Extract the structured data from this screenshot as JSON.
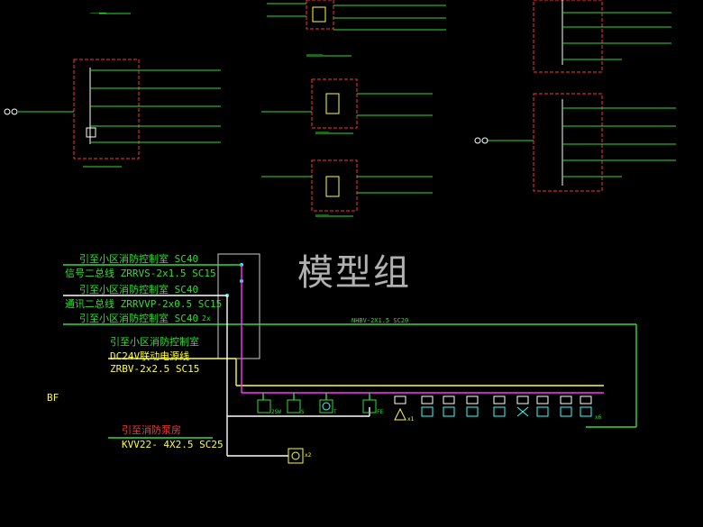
{
  "watermark": "模型组",
  "floor_tag": "BF",
  "labels": {
    "l1": "引至小区消防控制室 SC40",
    "l2": "信号二总线  ZRRVS-2x1.5 SC15",
    "l3": "引至小区消防控制室 SC40",
    "l4": "通讯二总线  ZRRVVP-2x0.5 SC15",
    "l5": "引至小区消防控制室 SC40",
    "l5b": "2x",
    "l6": "引至小区消防控制室",
    "l7": "DC24V联动电源线",
    "l8": "ZRBV-2x2.5 SC15",
    "l9": "引至消防泵房",
    "l10": "KVV22- 4X2.5 SC25",
    "l11": "NHBV-2X1.5 SC20"
  },
  "devices": {
    "d1": "2SW",
    "d2": "S",
    "d3": "T",
    "d4": "FE",
    "d5": "x1",
    "d6": "x6",
    "d7": "x2"
  },
  "colors": {
    "green": "#33dd33",
    "yellow": "#ffff33",
    "magenta": "#ff33ff",
    "red": "#ff3333",
    "cyan": "#33ffff",
    "white": "#ffffff"
  }
}
